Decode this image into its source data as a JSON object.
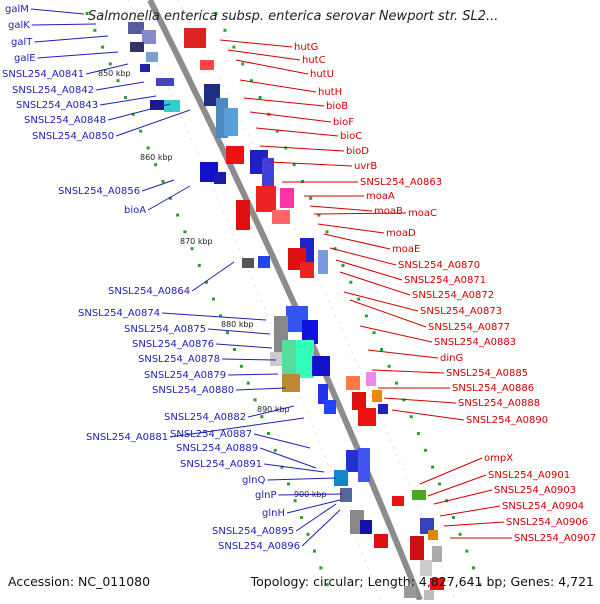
{
  "title": "Salmonella enterica subsp. enterica serovar Newport str. SL2...",
  "footer": {
    "accession": "Accession: NC_011080",
    "summary": "Topology: circular; Length: 4,827,641 bp; Genes: 4,721"
  },
  "colors": {
    "backbone": "#8c8c8c",
    "tick": "#2ca02c",
    "left_label": "#1f1fb4",
    "right_label": "#d00000",
    "kbp_label": "#222222"
  },
  "kbp_markers": [
    "850 kbp",
    "860 kbp",
    "870 kbp",
    "880 kbp",
    "890 kbp",
    "900 kbp"
  ],
  "left_genes": [
    "galM",
    "galK",
    "galT",
    "galE",
    "SNSL254_A0841",
    "SNSL254_A0842",
    "SNSL254_A0843",
    "SNSL254_A0848",
    "SNSL254_A0850",
    "SNSL254_A0856",
    "bioA",
    "SNSL254_A0864",
    "SNSL254_A0874",
    "SNSL254_A0875",
    "SNSL254_A0876",
    "SNSL254_A0878",
    "SNSL254_A0879",
    "SNSL254_A0880",
    "SNSL254_A0882",
    "SNSL254_A0881",
    "SNSL254_A0887",
    "SNSL254_A0889",
    "SNSL254_A0891",
    "glnQ",
    "glnP",
    "glnH",
    "SNSL254_A0895",
    "SNSL254_A0896"
  ],
  "right_genes": [
    "hutG",
    "hutC",
    "hutU",
    "hutH",
    "bioB",
    "bioF",
    "bioC",
    "bioD",
    "uvrB",
    "SNSL254_A0863",
    "moaA",
    "moaB",
    "moaC",
    "moaD",
    "moaE",
    "SNSL254_A0870",
    "SNSL254_A0871",
    "SNSL254_A0872",
    "SNSL254_A0873",
    "SNSL254_A0877",
    "SNSL254_A0883",
    "dinG",
    "SNSL254_A0885",
    "SNSL254_A0886",
    "SNSL254_A0888",
    "SNSL254_A0890",
    "ompX",
    "SNSL254_A0901",
    "SNSL254_A0903",
    "SNSL254_A0904",
    "SNSL254_A0906",
    "SNSL254_A0907"
  ]
}
